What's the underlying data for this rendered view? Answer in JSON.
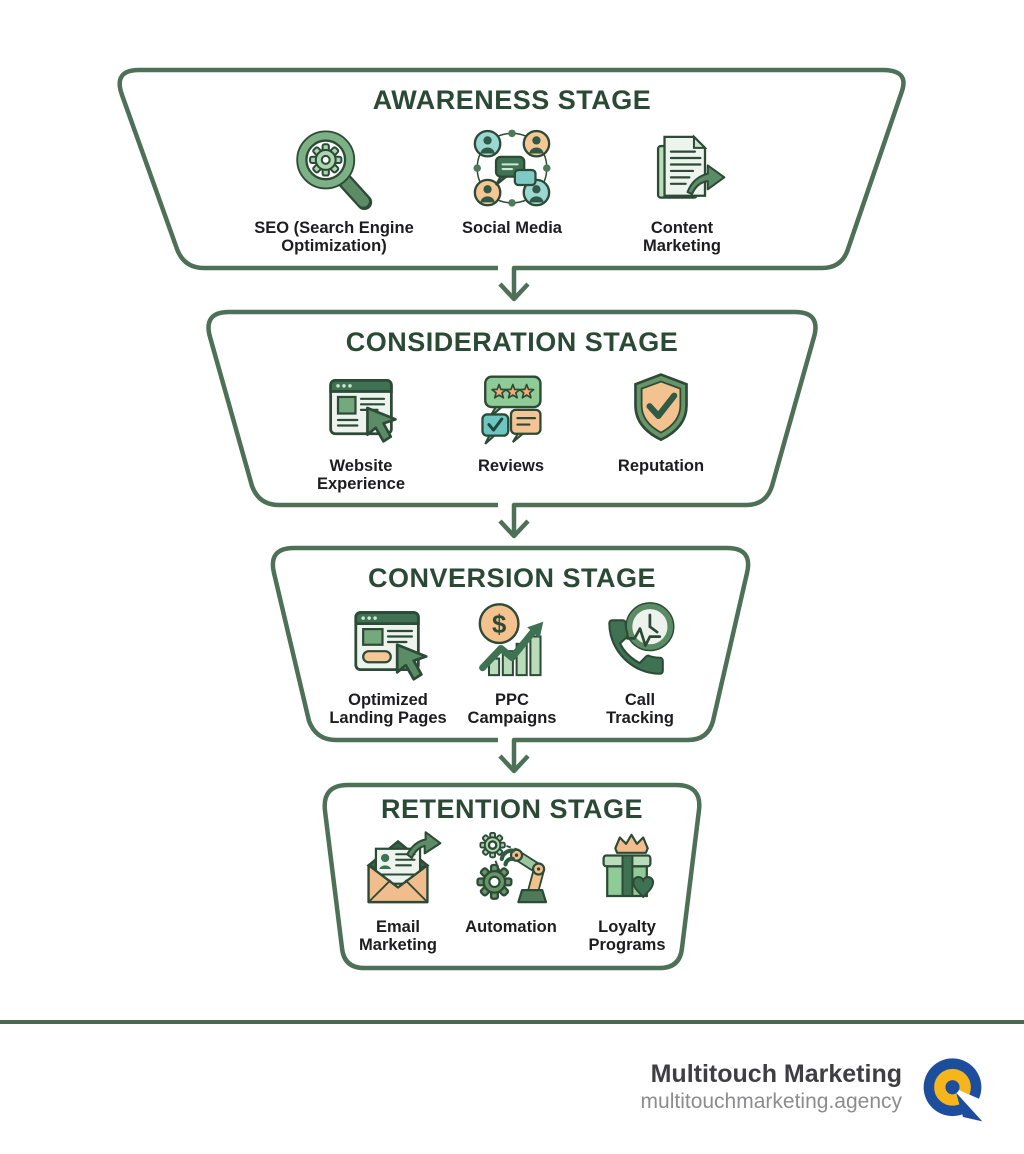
{
  "funnel": {
    "stages": [
      {
        "title": "AWARENESS STAGE",
        "items": [
          {
            "label": "SEO (Search Engine Optimization)",
            "icon": "seo-search-icon"
          },
          {
            "label": "Social Media",
            "icon": "social-media-icon"
          },
          {
            "label": "Content Marketing",
            "icon": "content-marketing-icon"
          }
        ]
      },
      {
        "title": "CONSIDERATION STAGE",
        "items": [
          {
            "label": "Website Experience",
            "icon": "website-experience-icon"
          },
          {
            "label": "Reviews",
            "icon": "reviews-icon"
          },
          {
            "label": "Reputation",
            "icon": "reputation-shield-icon"
          }
        ]
      },
      {
        "title": "CONVERSION STAGE",
        "items": [
          {
            "label": "Optimized Landing Pages",
            "icon": "landing-page-icon"
          },
          {
            "label": "PPC Campaigns",
            "icon": "ppc-campaigns-icon"
          },
          {
            "label": "Call Tracking",
            "icon": "call-tracking-icon"
          }
        ]
      },
      {
        "title": "RETENTION STAGE",
        "items": [
          {
            "label": "Email Marketing",
            "icon": "email-marketing-icon"
          },
          {
            "label": "Automation",
            "icon": "automation-icon"
          },
          {
            "label": "Loyalty Programs",
            "icon": "loyalty-programs-icon"
          }
        ]
      }
    ],
    "connector_icon": "down-arrow-icon"
  },
  "footer": {
    "brand": "Multitouch Marketing",
    "website": "multitouchmarketing.agency",
    "logo_icon": "multitouch-logo"
  },
  "colors": {
    "outline_green": "#4d7056",
    "title_green": "#2b4a36",
    "label_dark": "#1d1d1f",
    "medium_green": "#74a87d",
    "light_green": "#abd5ad",
    "dark_green_fill": "#3e7253",
    "teal": "#6ec6c0",
    "orange": "#f2bd8c",
    "logo_blue": "#1d4e9d",
    "logo_yellow": "#f6b61b",
    "footer_text": "#3f3f42",
    "footer_subtext": "#8c8c8e"
  }
}
